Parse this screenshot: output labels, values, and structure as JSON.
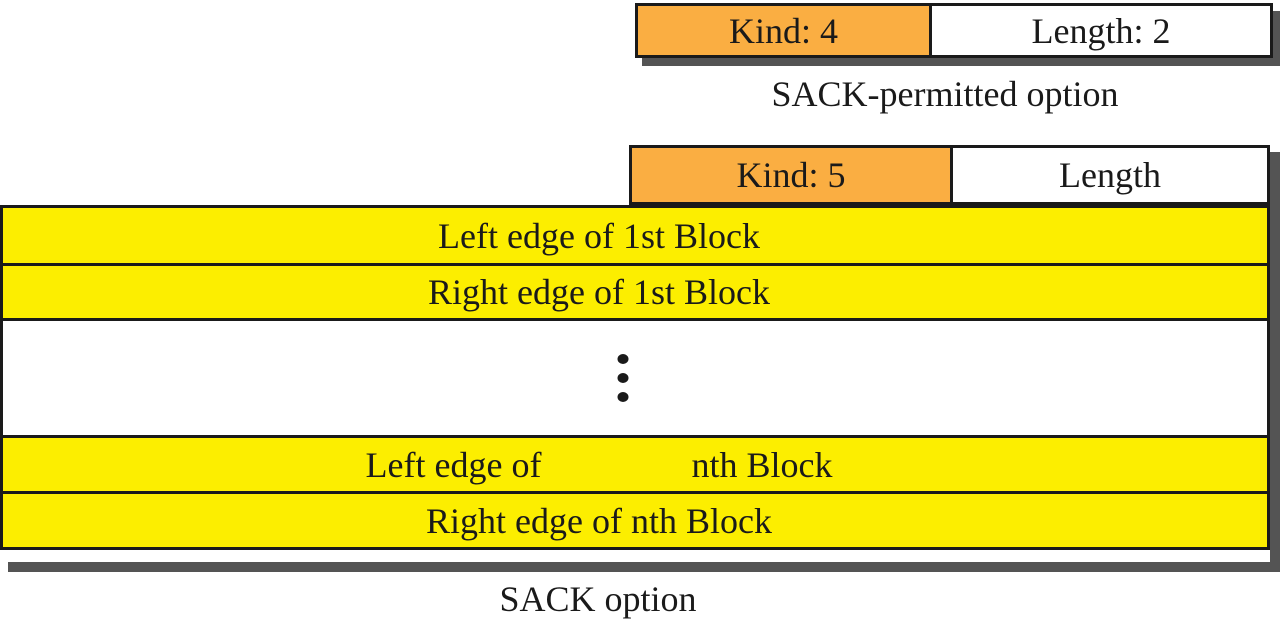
{
  "sack_permitted": {
    "kind_label": "Kind: 4",
    "length_label": "Length: 2",
    "caption": "SACK-permitted option"
  },
  "sack": {
    "kind_label": "Kind: 5",
    "length_label": "Length",
    "rows": {
      "left_1st": "Left edge of 1st Block",
      "right_1st": "Right edge of 1st Block",
      "left_nth_part1": "Left edge of",
      "left_nth_part2": "nth Block",
      "right_nth": "Right edge of nth Block"
    },
    "caption": "SACK option"
  },
  "icons": {
    "ellipsis": "vertical-ellipsis-icon"
  },
  "colors": {
    "orange": "#FAAE42",
    "yellow": "#FCEE00",
    "shadow_gray": "#545454",
    "border_black": "#1A1A1A"
  }
}
